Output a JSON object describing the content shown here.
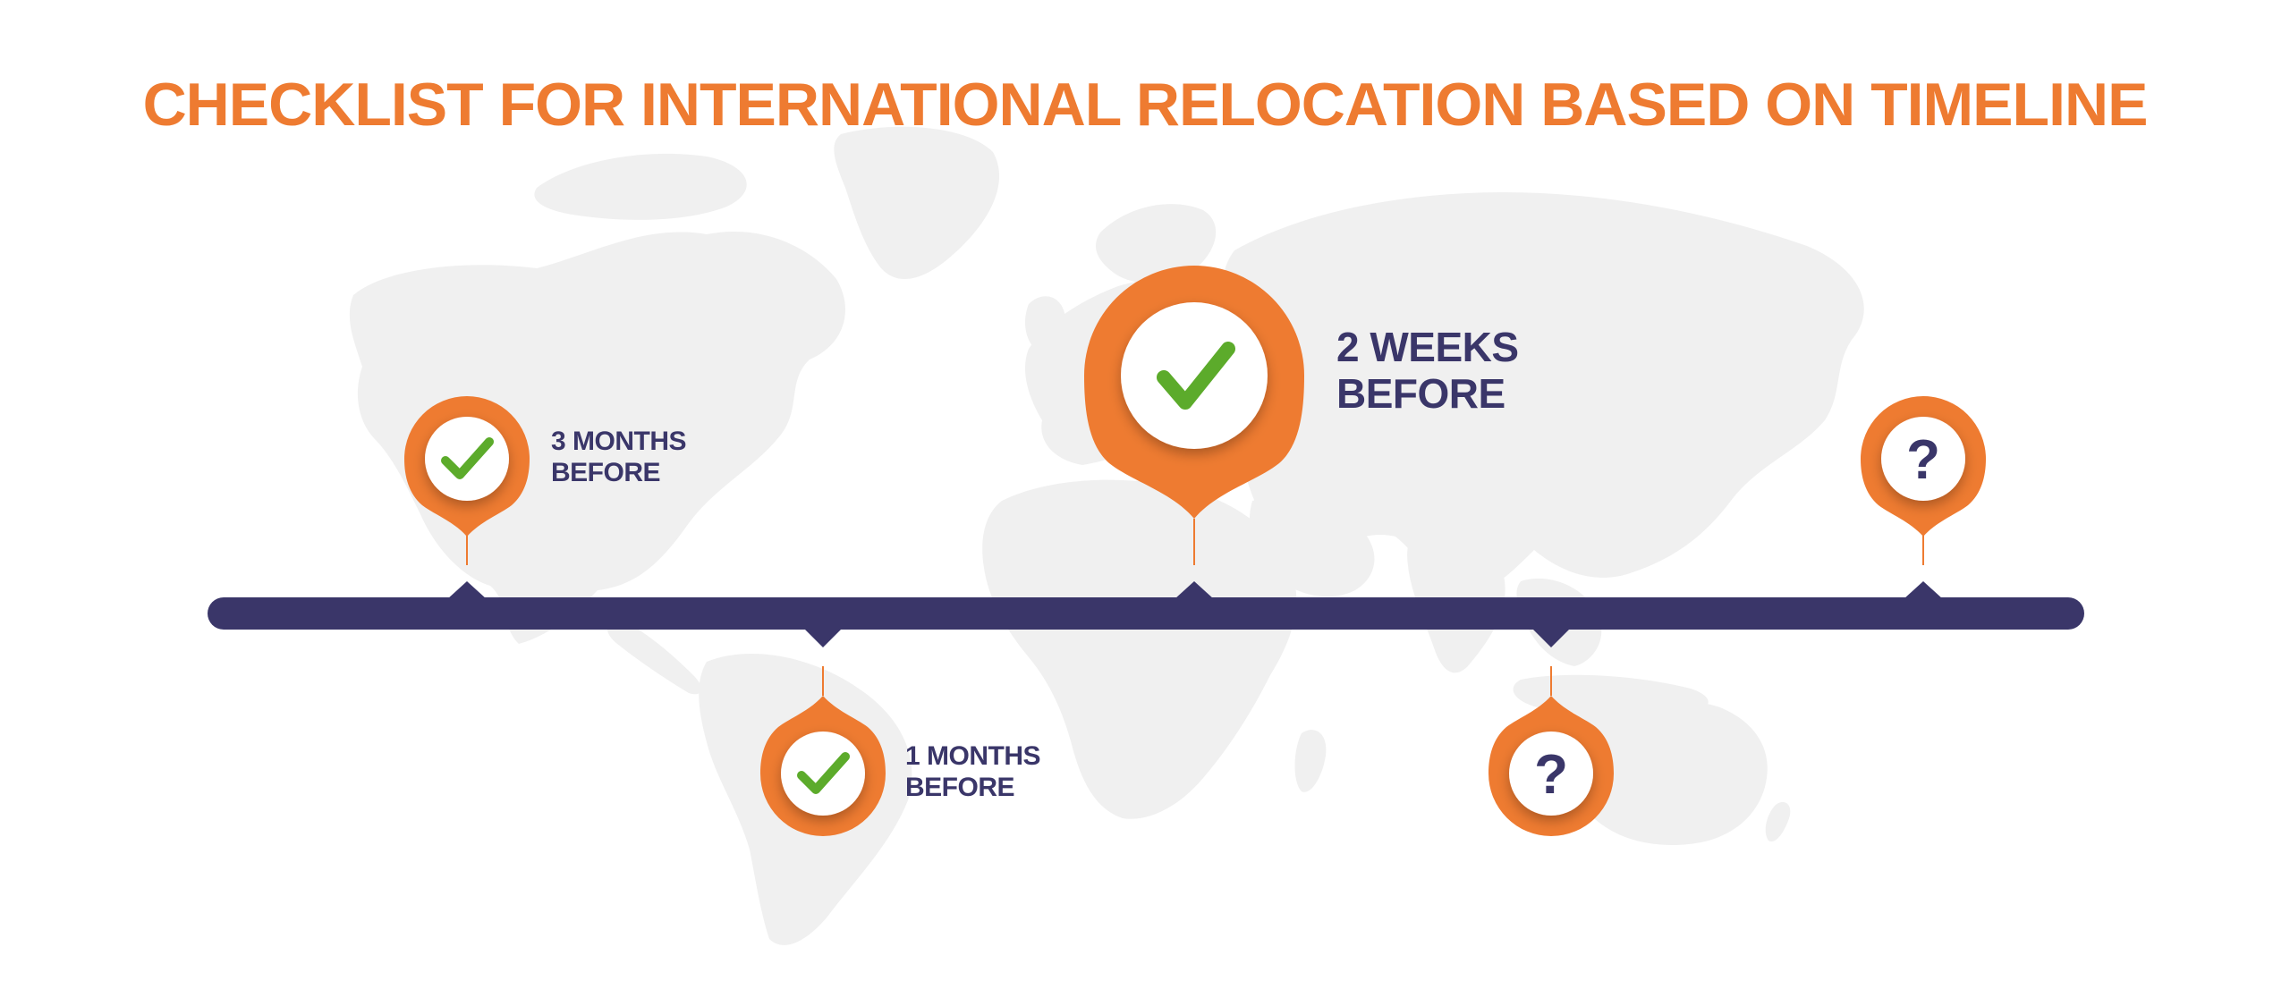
{
  "title": "CHECKLIST FOR INTERNATIONAL RELOCATION BASED ON TIMELINE",
  "colors": {
    "title": "#ee7b31",
    "pin": "#ee7b31",
    "timeline_bar": "#3a3669",
    "label_text": "#3a3669",
    "check": "#5cab2b",
    "question": "#3a3669",
    "map": "#f0f0f0"
  },
  "milestones": [
    {
      "id": "3-months",
      "line1": "3 MONTHS",
      "line2": "BEFORE",
      "status": "done",
      "icon": "check-icon",
      "position": "above"
    },
    {
      "id": "1-months",
      "line1": "1 MONTHS",
      "line2": "BEFORE",
      "status": "done",
      "icon": "check-icon",
      "position": "below"
    },
    {
      "id": "2-weeks",
      "line1": "2 WEEKS",
      "line2": "BEFORE",
      "status": "done",
      "icon": "check-icon",
      "position": "above",
      "emphasis": "large"
    },
    {
      "id": "unknown-1",
      "symbol": "?",
      "status": "unknown",
      "icon": "question-mark-icon",
      "position": "below"
    },
    {
      "id": "unknown-2",
      "symbol": "?",
      "status": "unknown",
      "icon": "question-mark-icon",
      "position": "above"
    }
  ]
}
